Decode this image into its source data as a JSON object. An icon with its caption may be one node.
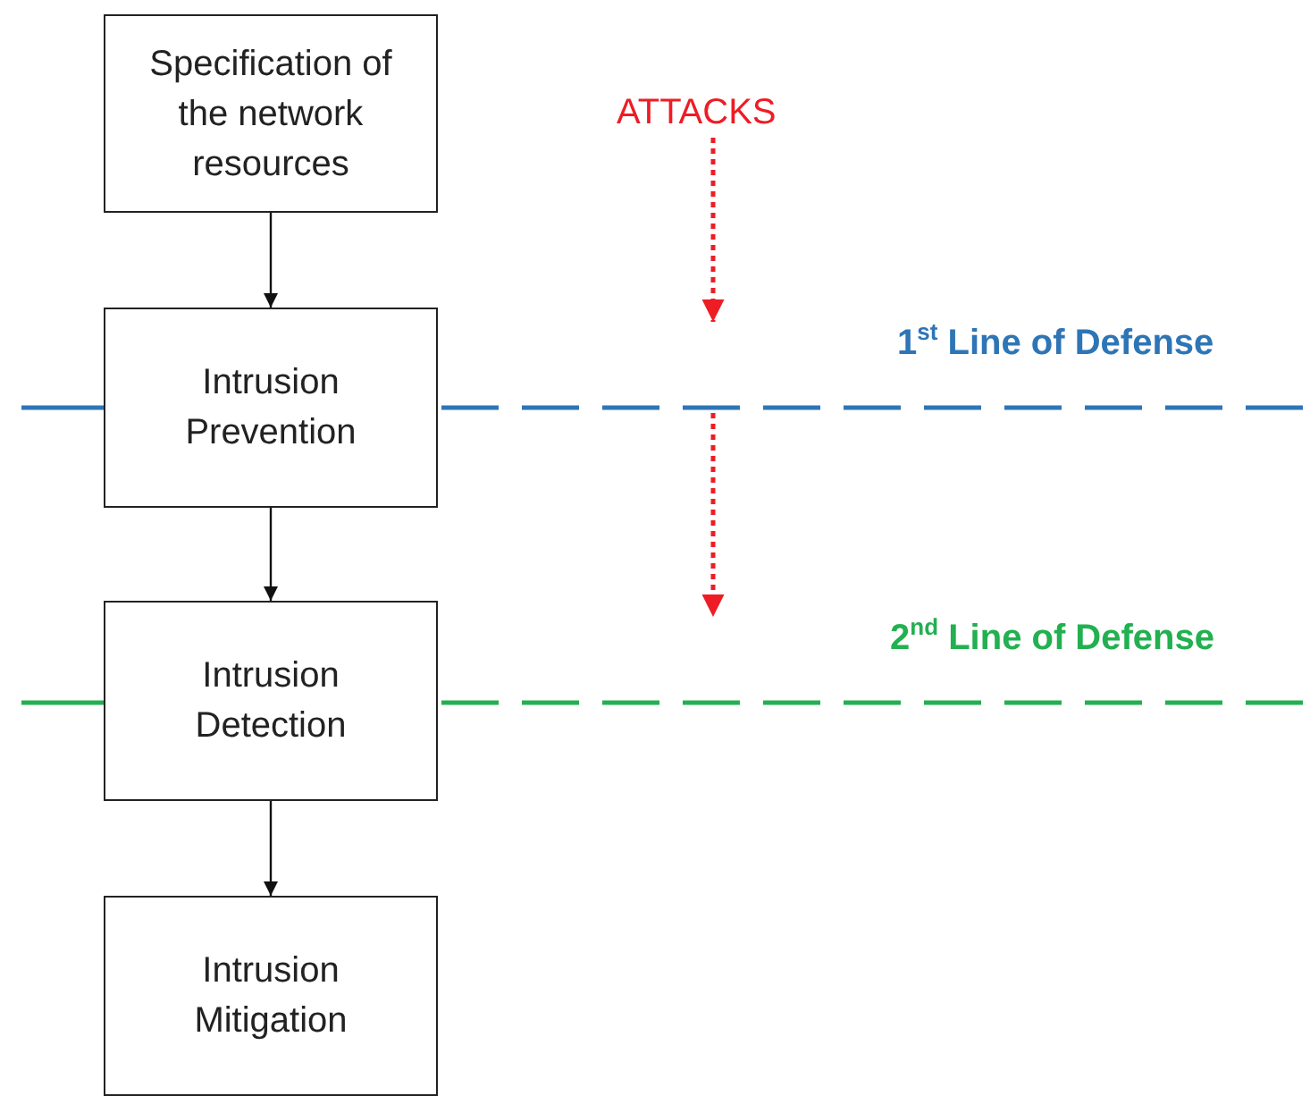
{
  "diagram": {
    "nodes": [
      {
        "text": [
          "Specification of the network resources"
        ]
      },
      {
        "text": [
          "Intrusion Prevention"
        ]
      },
      {
        "text": [
          "Intrusion Detection"
        ]
      },
      {
        "text": [
          "Intrusion Mitigation"
        ]
      },
      {
        "text": [
          "ATTACKS"
        ]
      },
      {
        "text": [
          "1$^{st}$ Line of Defense"
        ]
      },
      {
        "text": [
          "2$^{nd}$ Line of Defense"
        ]
      }
    ],
    "edges": [
      {
        "from": 0,
        "to": 1,
        "arrow": "to"
      },
      {
        "from": 1,
        "to": 2,
        "arrow": "to"
      },
      {
        "from": 2,
        "to": 3,
        "arrow": "to"
      },
      {
        "from": 4,
        "to": 5,
        "arrow": "to",
        "style": "dashed",
        "color": "#ee1c25"
      },
      {
        "from": 5,
        "to": 6,
        "arrow": "to",
        "style": "dashed",
        "color": "#ee1c25"
      }
    ]
  }
}
